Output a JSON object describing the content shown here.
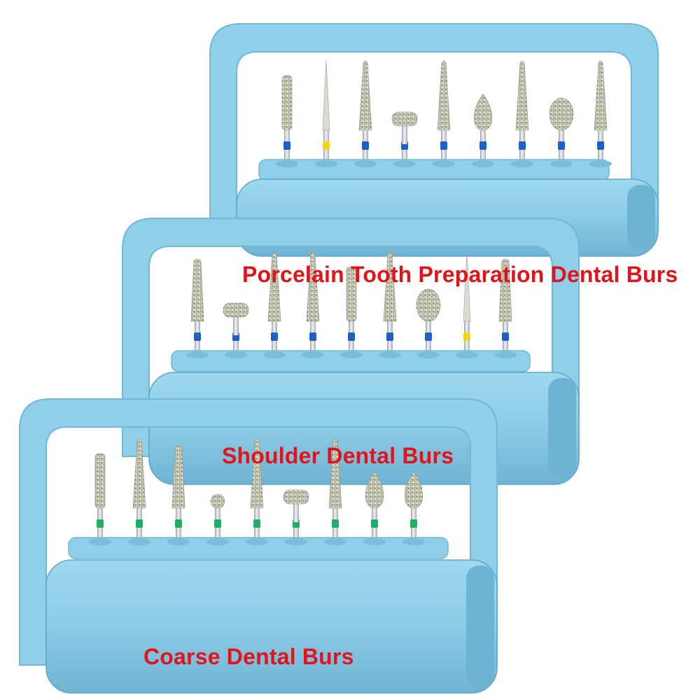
{
  "colors": {
    "holder": "#8fcfe9",
    "holder_edge": "#6fb8d8",
    "holder_shadow": "#5fa7c7",
    "label_text": "#e1141b",
    "background": "#ffffff"
  },
  "labels": {
    "porcelain": "Porcelain Tooth Preparation Dental Burs",
    "shoulder": "Shoulder Dental Burs",
    "coarse": "Coarse Dental Burs"
  },
  "holders": [
    {
      "name": "porcelain-holder",
      "burs": [
        {
          "shape": "cylinder",
          "band": "blue"
        },
        {
          "shape": "needle",
          "band": "yellow"
        },
        {
          "shape": "taper",
          "band": "blue"
        },
        {
          "shape": "wheel",
          "band": "blue"
        },
        {
          "shape": "taper",
          "band": "blue"
        },
        {
          "shape": "flame",
          "band": "blue"
        },
        {
          "shape": "taper",
          "band": "blue"
        },
        {
          "shape": "egg",
          "band": "blue"
        },
        {
          "shape": "taper",
          "band": "blue"
        }
      ]
    },
    {
      "name": "shoulder-holder",
      "burs": [
        {
          "shape": "taper-round",
          "band": "blue"
        },
        {
          "shape": "wheel",
          "band": "blue"
        },
        {
          "shape": "taper",
          "band": "blue"
        },
        {
          "shape": "taper",
          "band": "blue"
        },
        {
          "shape": "cylinder",
          "band": "blue"
        },
        {
          "shape": "taper",
          "band": "blue"
        },
        {
          "shape": "egg",
          "band": "blue"
        },
        {
          "shape": "needle",
          "band": "yellow"
        },
        {
          "shape": "taper-round",
          "band": "blue"
        }
      ]
    },
    {
      "name": "coarse-holder",
      "burs": [
        {
          "shape": "cylinder",
          "band": "green"
        },
        {
          "shape": "taper",
          "band": "green"
        },
        {
          "shape": "taper-round",
          "band": "green"
        },
        {
          "shape": "ball",
          "band": "green"
        },
        {
          "shape": "taper",
          "band": "green"
        },
        {
          "shape": "wheel",
          "band": "green"
        },
        {
          "shape": "taper",
          "band": "green"
        },
        {
          "shape": "flame",
          "band": "green"
        },
        {
          "shape": "flame",
          "band": "green"
        }
      ]
    }
  ]
}
